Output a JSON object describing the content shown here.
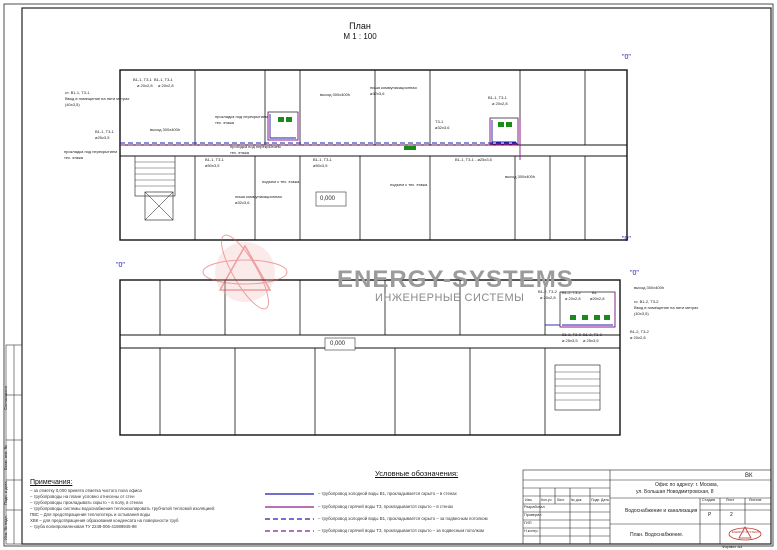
{
  "title": "План",
  "scale": "М 1 : 100",
  "axis_marks": {
    "top_right": "\"0\"",
    "mid_right": "\"0\"",
    "left_mid": "\"0\"",
    "lower_right": "\"0\""
  },
  "levels": {
    "upper": "0,000",
    "lower": "0,000"
  },
  "watermark": {
    "brand": "ENERGY-SYSTEMS",
    "tagline": "ИНЖЕНЕРНЫЕ СИСТЕМЫ"
  },
  "annotations": {
    "a1": "В1-1, Т3-1",
    "a2": "ø 20x2,8",
    "a3": "В1-1, Т3-1",
    "a4": "ø 20x2,8",
    "a5": "ст. В1-1, Т3-1",
    "a6": "Ввод в помещение на пяти метрах",
    "a7": "(40x3,5)",
    "a8": "В1-1, Т3-1",
    "a9": "ø25x3,5",
    "a10": "выход 300x400h",
    "a11": "прокладка под перекрытием",
    "a12": "тех. этажа",
    "a13": "прокладка под перекрытием",
    "a14": "тех. этажа",
    "a15": "проходка под перекрытием",
    "a16": "тех. этажа",
    "a17": "выход 300x400h",
    "a18": "ниша коммуникационная",
    "a19": "ø32x3,6",
    "a20": "В1-1, Т3-1",
    "a21": "ø50x3,5",
    "a22": "В1-1, Т3-1",
    "a23": "ø50x3,5",
    "a24": "подъем с тех. этажа",
    "a25": "В1-1, Т3-1 - ø25x3,5",
    "a26": "подъем с тех. этажа",
    "a27": "выход 300x400h",
    "a28": "В1-1, Т3-1",
    "a29": "ø 20x2,8",
    "a30": "ниша коммуникационная",
    "a31": "ø32x3,6",
    "a32": "Т3-1",
    "a33": "ø32x3,6",
    "b1": "В1-2, Т3-2",
    "b2": "ø 20x2,8",
    "b3": "В1-2, Т3-2",
    "b4": "ø 20x2,8",
    "b5": "В1",
    "b6": "ø20x2,8",
    "b7": "выход 300x400h",
    "b8": "ст. В1-2, Т3-2",
    "b9": "Ввод в помещение на пяти метрах",
    "b10": "(40x3,5)",
    "b11": "В1-2, Т3-2",
    "b12": "ø 20x2,8",
    "b13": "В1-2, Т3-2",
    "b14": "ø 25x3,5",
    "b15": "В1-2, Т3-2",
    "b16": "ø 25x3,5"
  },
  "notes": {
    "heading": "Примечания:",
    "items": [
      "– за отметку 0,000 принята отметка чистого пола офиса",
      "– трубопроводы на плане условно отнесены от стен",
      "– трубопроводы прокладывать скрыто – в полу, в стенах",
      "– трубопроводы системы водоснабжения теплоизолировать трубчатой тепловой изоляцией:",
      "ПВС – Для предотвращения теплопотерь и остывания воды",
      "ХВК – для предотвращения образования конденсата на поверхности труб",
      "– труба полипропиленовая  ТУ 2248-006-41989945-98"
    ]
  },
  "legend": {
    "heading": "Условные обозначения:",
    "items": [
      {
        "label": "– трубопровод холодной воды В1, прокладывается скрыто – в стенах",
        "color": "#1c1ca8",
        "dash": ""
      },
      {
        "label": "– трубопровод горячей воды Т3, прокладывается скрыто – в стенах",
        "color": "#8e1a8e",
        "dash": ""
      },
      {
        "label": "– трубопровод холодной воды В1, прокладывается скрыто – за подвесным потолком",
        "color": "#1c1ca8",
        "dash": "5 3"
      },
      {
        "label": "– трубопровод горячей воды Т3, прокладывается скрыто – за подвесным потолком",
        "color": "#8e1a8e",
        "dash": "5 3"
      }
    ]
  },
  "title_block": {
    "code": "ВК",
    "address_1": "Офис по адресу: г. Москва,",
    "address_2": "ул. Большая Новодмитровская, 8",
    "system": "Водоснабжение и канализация",
    "drawing": "План. Водоснабжение.",
    "stage_h": "Стадия",
    "sheet_h": "Лист",
    "sheets_h": "Листов",
    "stage": "Р",
    "sheet": "2",
    "role_1": "Разработал",
    "role_2": "Проверил",
    "role_3": "ГИП",
    "role_4": "Н.контр.",
    "cols": [
      "Изм.",
      "Кол.уч.",
      "Лист",
      "№ док.",
      "Подп.",
      "Дата"
    ],
    "format": "Формат  А3",
    "logo_text": "ENERGY-SYSTEMS"
  },
  "side_stamp": [
    "Согласовано",
    "Взам. инв. №",
    "Подп. и дата",
    "Инв. № подл."
  ],
  "colors": {
    "cold": "#1c1ca8",
    "hot": "#8e1a8e",
    "fixture": "#1a8a1a",
    "wall": "#111111"
  }
}
